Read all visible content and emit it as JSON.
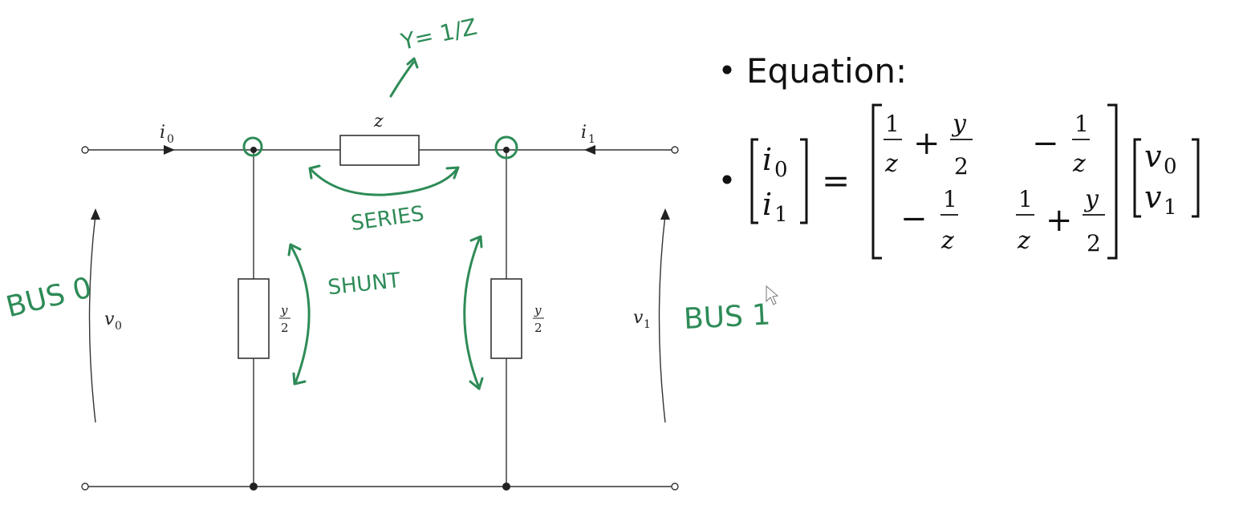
{
  "circuit": {
    "current_in_label": "i",
    "current_in_sub": "0",
    "current_out_label": "i",
    "current_out_sub": "1",
    "series_label": "z",
    "shunt_num": "y",
    "shunt_den": "2",
    "voltage_left_label": "v",
    "voltage_left_sub": "0",
    "voltage_right_label": "v",
    "voltage_right_sub": "1"
  },
  "annotations": {
    "admittance_note": "Y= 1/Z",
    "series": "SERIES",
    "shunt": "SHUNT",
    "bus0": "BUS 0",
    "bus1": "BUS 1"
  },
  "slide": {
    "bullet1": "Equation:",
    "equation": {
      "lhs": [
        "i0",
        "i1"
      ],
      "matrix": [
        [
          "1/z + y/2",
          "−1/z"
        ],
        [
          "−1/z",
          "1/z + y/2"
        ]
      ],
      "rhs": [
        "v0",
        "v1"
      ]
    }
  },
  "colors": {
    "ink": "#2e8b57",
    "wire": "#333333"
  }
}
